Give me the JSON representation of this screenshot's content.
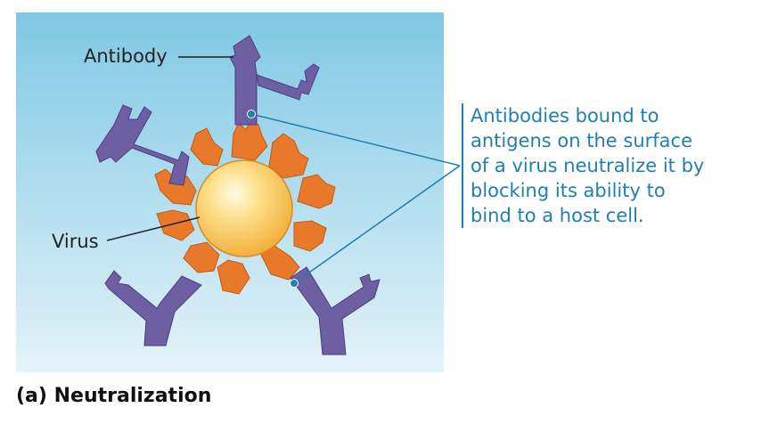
{
  "labels": {
    "antibody": "Antibody",
    "virus": "Virus"
  },
  "caption": {
    "lines": [
      "Antibodies bound to",
      "antigens on the surface",
      "of a virus neutralize it by",
      "blocking its ability to",
      "bind to a host cell."
    ]
  },
  "figure_label": "(a) Neutralization",
  "colors": {
    "background_top": "#7fc8e4",
    "background_bottom": "#dff0f7",
    "antibody": "#6e5ea2",
    "antigen": "#e8782a",
    "virus_core": "#f6be45",
    "caption": "#1f7fb0",
    "pointer_line": "#1f7fb0"
  }
}
